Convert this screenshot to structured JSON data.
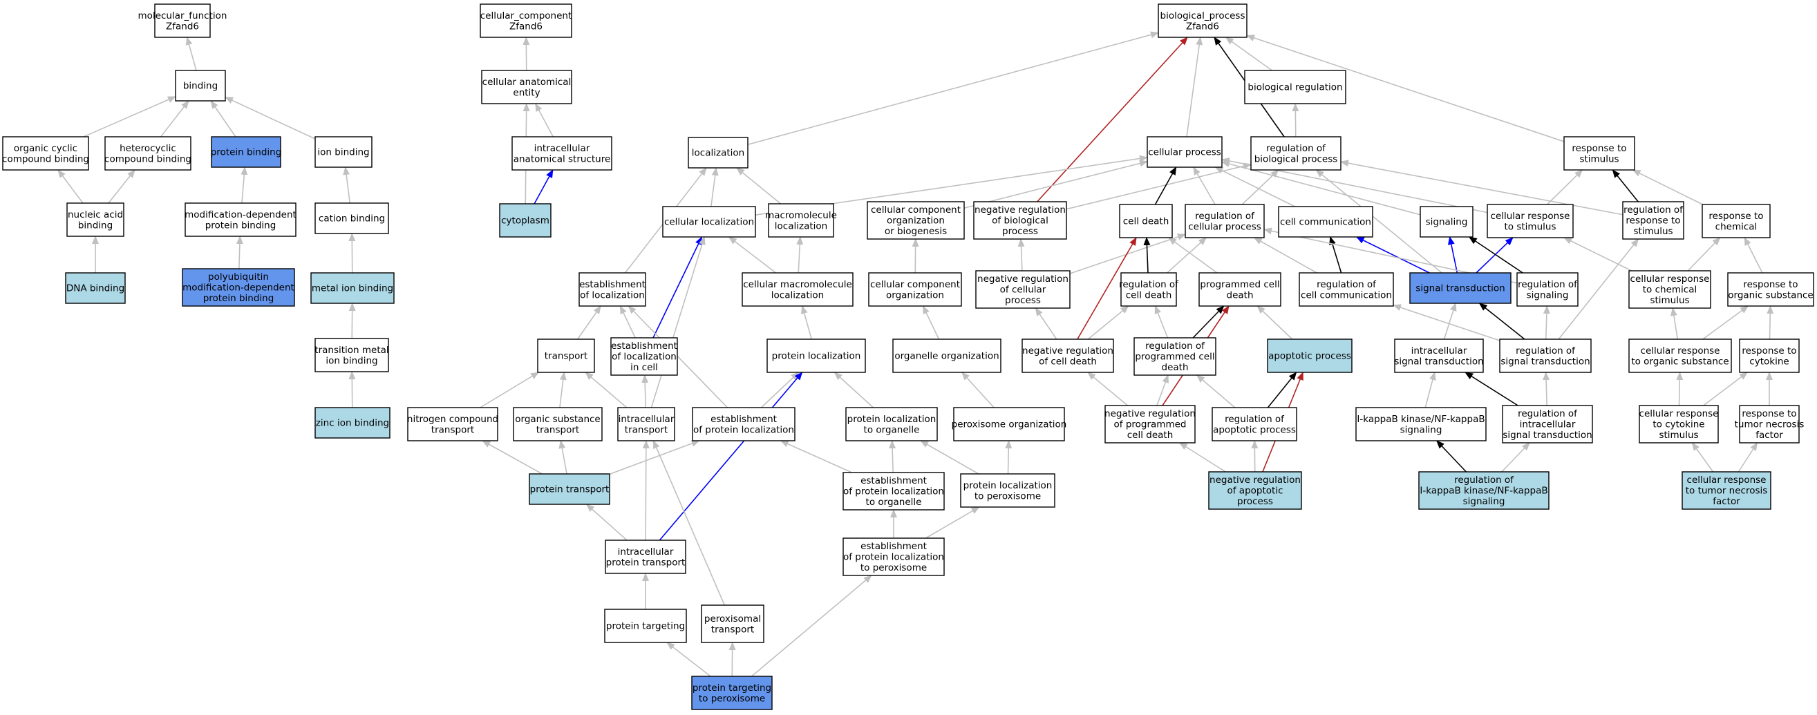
{
  "colors": {
    "plain": "#ffffff",
    "light": "#add8e6",
    "dark": "#6495ed",
    "edge_gray": "#c0c0c0",
    "edge_black": "#000000",
    "edge_blue": "#0000ff",
    "edge_red": "#b22222"
  },
  "nodes": [
    {
      "id": "mf",
      "lines": [
        "molecular_function",
        "Zfand6"
      ],
      "color": "plain"
    },
    {
      "id": "binding",
      "lines": [
        "binding"
      ],
      "color": "plain"
    },
    {
      "id": "ocb",
      "lines": [
        "organic cyclic",
        "compound binding"
      ],
      "color": "plain"
    },
    {
      "id": "hcb",
      "lines": [
        "heterocyclic",
        "compound binding"
      ],
      "color": "plain"
    },
    {
      "id": "pb",
      "lines": [
        "protein binding"
      ],
      "color": "dark"
    },
    {
      "id": "ionb",
      "lines": [
        "ion binding"
      ],
      "color": "plain"
    },
    {
      "id": "nab",
      "lines": [
        "nucleic acid",
        "binding"
      ],
      "color": "plain"
    },
    {
      "id": "mdpb",
      "lines": [
        "modification-dependent",
        "protein binding"
      ],
      "color": "plain"
    },
    {
      "id": "catb",
      "lines": [
        "cation binding"
      ],
      "color": "plain"
    },
    {
      "id": "dnab",
      "lines": [
        "DNA binding"
      ],
      "color": "light"
    },
    {
      "id": "polyub",
      "lines": [
        "polyubiquitin",
        "modification-dependent",
        "protein binding"
      ],
      "color": "dark"
    },
    {
      "id": "metb",
      "lines": [
        "metal ion binding"
      ],
      "color": "light"
    },
    {
      "id": "tmib",
      "lines": [
        "transition metal",
        "ion binding"
      ],
      "color": "plain"
    },
    {
      "id": "znb",
      "lines": [
        "zinc ion binding"
      ],
      "color": "light"
    },
    {
      "id": "cc",
      "lines": [
        "cellular_component",
        "Zfand6"
      ],
      "color": "plain"
    },
    {
      "id": "cae",
      "lines": [
        "cellular anatomical",
        "entity"
      ],
      "color": "plain"
    },
    {
      "id": "ias",
      "lines": [
        "intracellular",
        "anatomical structure"
      ],
      "color": "plain"
    },
    {
      "id": "cyto",
      "lines": [
        "cytoplasm"
      ],
      "color": "light"
    },
    {
      "id": "bp",
      "lines": [
        "biological_process",
        "Zfand6"
      ],
      "color": "plain"
    },
    {
      "id": "bioreg",
      "lines": [
        "biological regulation"
      ],
      "color": "plain"
    },
    {
      "id": "loc",
      "lines": [
        "localization"
      ],
      "color": "plain"
    },
    {
      "id": "cellproc",
      "lines": [
        "cellular process"
      ],
      "color": "plain"
    },
    {
      "id": "regbp",
      "lines": [
        "regulation of",
        "biological process"
      ],
      "color": "plain"
    },
    {
      "id": "rts",
      "lines": [
        "response to",
        "stimulus"
      ],
      "color": "plain"
    },
    {
      "id": "cellloc",
      "lines": [
        "cellular localization"
      ],
      "color": "plain"
    },
    {
      "id": "macloc",
      "lines": [
        "macromolecule",
        "localization"
      ],
      "color": "plain"
    },
    {
      "id": "ccob",
      "lines": [
        "cellular component",
        "organization",
        "or biogenesis"
      ],
      "color": "plain"
    },
    {
      "id": "negregbp",
      "lines": [
        "negative regulation",
        "of biological",
        "process"
      ],
      "color": "plain"
    },
    {
      "id": "celldeath",
      "lines": [
        "cell death"
      ],
      "color": "plain"
    },
    {
      "id": "regcp",
      "lines": [
        "regulation of",
        "cellular process"
      ],
      "color": "plain"
    },
    {
      "id": "cellcomm",
      "lines": [
        "cell communication"
      ],
      "color": "plain"
    },
    {
      "id": "signaling",
      "lines": [
        "signaling"
      ],
      "color": "plain"
    },
    {
      "id": "crts",
      "lines": [
        "cellular response",
        "to stimulus"
      ],
      "color": "plain"
    },
    {
      "id": "regrts",
      "lines": [
        "regulation of",
        "response to",
        "stimulus"
      ],
      "color": "plain"
    },
    {
      "id": "rtc",
      "lines": [
        "response to",
        "chemical"
      ],
      "color": "plain"
    },
    {
      "id": "estloc",
      "lines": [
        "establishment",
        "of localization"
      ],
      "color": "plain"
    },
    {
      "id": "cml",
      "lines": [
        "cellular macromolecule",
        "localization"
      ],
      "color": "plain"
    },
    {
      "id": "cco",
      "lines": [
        "cellular component",
        "organization"
      ],
      "color": "plain"
    },
    {
      "id": "negregcp",
      "lines": [
        "negative regulation",
        "of cellular",
        "process"
      ],
      "color": "plain"
    },
    {
      "id": "regcd",
      "lines": [
        "regulation of",
        "cell death"
      ],
      "color": "plain"
    },
    {
      "id": "pcd",
      "lines": [
        "programmed cell",
        "death"
      ],
      "color": "plain"
    },
    {
      "id": "regcc",
      "lines": [
        "regulation of",
        "cell communication"
      ],
      "color": "plain"
    },
    {
      "id": "st",
      "lines": [
        "signal transduction"
      ],
      "color": "dark"
    },
    {
      "id": "regsig",
      "lines": [
        "regulation of",
        "signaling"
      ],
      "color": "plain"
    },
    {
      "id": "crcs",
      "lines": [
        "cellular response",
        "to chemical",
        "stimulus"
      ],
      "color": "plain"
    },
    {
      "id": "rtos",
      "lines": [
        "response to",
        "organic substance"
      ],
      "color": "plain"
    },
    {
      "id": "transport",
      "lines": [
        "transport"
      ],
      "color": "plain"
    },
    {
      "id": "estlocc",
      "lines": [
        "establishment",
        "of localization",
        "in cell"
      ],
      "color": "plain"
    },
    {
      "id": "protloc",
      "lines": [
        "protein localization"
      ],
      "color": "plain"
    },
    {
      "id": "orgorg",
      "lines": [
        "organelle organization"
      ],
      "color": "plain"
    },
    {
      "id": "negregcd",
      "lines": [
        "negative regulation",
        "of cell death"
      ],
      "color": "plain"
    },
    {
      "id": "regpcd",
      "lines": [
        "regulation of",
        "programmed cell",
        "death"
      ],
      "color": "plain"
    },
    {
      "id": "apop",
      "lines": [
        "apoptotic process"
      ],
      "color": "light"
    },
    {
      "id": "ist",
      "lines": [
        "intracellular",
        "signal transduction"
      ],
      "color": "plain"
    },
    {
      "id": "regst",
      "lines": [
        "regulation of",
        "signal transduction"
      ],
      "color": "plain"
    },
    {
      "id": "crtos",
      "lines": [
        "cellular response",
        "to organic substance"
      ],
      "color": "plain"
    },
    {
      "id": "rtcyt",
      "lines": [
        "response to",
        "cytokine"
      ],
      "color": "plain"
    },
    {
      "id": "nct",
      "lines": [
        "nitrogen compound",
        "transport"
      ],
      "color": "plain"
    },
    {
      "id": "ost",
      "lines": [
        "organic substance",
        "transport"
      ],
      "color": "plain"
    },
    {
      "id": "intra",
      "lines": [
        "intracellular",
        "transport"
      ],
      "color": "plain"
    },
    {
      "id": "estpl",
      "lines": [
        "establishment",
        "of protein localization"
      ],
      "color": "plain"
    },
    {
      "id": "pltoorg",
      "lines": [
        "protein localization",
        "to organelle"
      ],
      "color": "plain"
    },
    {
      "id": "perorg",
      "lines": [
        "peroxisome organization"
      ],
      "color": "plain"
    },
    {
      "id": "negregpcd",
      "lines": [
        "negative regulation",
        "of programmed",
        "cell death"
      ],
      "color": "plain"
    },
    {
      "id": "regap",
      "lines": [
        "regulation of",
        "apoptotic process"
      ],
      "color": "plain"
    },
    {
      "id": "ikb",
      "lines": [
        "I-kappaB kinase/NF-kappaB",
        "signaling"
      ],
      "color": "plain"
    },
    {
      "id": "regist",
      "lines": [
        "regulation of",
        "intracellular",
        "signal transduction"
      ],
      "color": "plain"
    },
    {
      "id": "crtcs",
      "lines": [
        "cellular response",
        "to cytokine",
        "stimulus"
      ],
      "color": "plain"
    },
    {
      "id": "rttnf",
      "lines": [
        "response to",
        "tumor necrosis",
        "factor"
      ],
      "color": "plain"
    },
    {
      "id": "pt",
      "lines": [
        "protein transport"
      ],
      "color": "light"
    },
    {
      "id": "estpltoorg",
      "lines": [
        "establishment",
        "of protein localization",
        "to organelle"
      ],
      "color": "plain"
    },
    {
      "id": "pltoper",
      "lines": [
        "protein localization",
        "to peroxisome"
      ],
      "color": "plain"
    },
    {
      "id": "negregap",
      "lines": [
        "negative regulation",
        "of apoptotic",
        "process"
      ],
      "color": "light"
    },
    {
      "id": "regikb",
      "lines": [
        "regulation of",
        "I-kappaB kinase/NF-kappaB",
        "signaling"
      ],
      "color": "light"
    },
    {
      "id": "crttnf",
      "lines": [
        "cellular response",
        "to tumor necrosis",
        "factor"
      ],
      "color": "light"
    },
    {
      "id": "ipt",
      "lines": [
        "intracellular",
        "protein transport"
      ],
      "color": "plain"
    },
    {
      "id": "estpltoper",
      "lines": [
        "establishment",
        "of protein localization",
        "to peroxisome"
      ],
      "color": "plain"
    },
    {
      "id": "ptarg",
      "lines": [
        "protein targeting"
      ],
      "color": "plain"
    },
    {
      "id": "pertrans",
      "lines": [
        "peroxisomal",
        "transport"
      ],
      "color": "plain"
    },
    {
      "id": "ptargper",
      "lines": [
        "protein targeting",
        "to peroxisome"
      ],
      "color": "dark"
    }
  ],
  "edges": [
    [
      "binding",
      "mf",
      "gray"
    ],
    [
      "ocb",
      "binding",
      "gray"
    ],
    [
      "hcb",
      "binding",
      "gray"
    ],
    [
      "pb",
      "binding",
      "gray"
    ],
    [
      "ionb",
      "binding",
      "gray"
    ],
    [
      "nab",
      "ocb",
      "gray"
    ],
    [
      "nab",
      "hcb",
      "gray"
    ],
    [
      "mdpb",
      "pb",
      "gray"
    ],
    [
      "catb",
      "ionb",
      "gray"
    ],
    [
      "dnab",
      "nab",
      "gray"
    ],
    [
      "polyub",
      "mdpb",
      "gray"
    ],
    [
      "metb",
      "catb",
      "gray"
    ],
    [
      "tmib",
      "metb",
      "gray"
    ],
    [
      "znb",
      "tmib",
      "gray"
    ],
    [
      "cae",
      "cc",
      "gray"
    ],
    [
      "ias",
      "cae",
      "gray"
    ],
    [
      "cyto",
      "cae",
      "gray"
    ],
    [
      "cyto",
      "ias",
      "blue"
    ],
    [
      "bioreg",
      "bp",
      "gray"
    ],
    [
      "loc",
      "bp",
      "gray"
    ],
    [
      "cellproc",
      "bp",
      "gray"
    ],
    [
      "regbp",
      "bp",
      "black"
    ],
    [
      "regbp",
      "bioreg",
      "gray"
    ],
    [
      "rts",
      "bp",
      "gray"
    ],
    [
      "negregbp",
      "bp",
      "red"
    ],
    [
      "cellloc",
      "loc",
      "gray"
    ],
    [
      "cellloc",
      "cellproc",
      "gray"
    ],
    [
      "macloc",
      "loc",
      "gray"
    ],
    [
      "ccob",
      "cellproc",
      "gray"
    ],
    [
      "negregbp",
      "regbp",
      "gray"
    ],
    [
      "celldeath",
      "cellproc",
      "black"
    ],
    [
      "regcp",
      "cellproc",
      "gray"
    ],
    [
      "regcp",
      "regbp",
      "gray"
    ],
    [
      "cellcomm",
      "cellproc",
      "gray"
    ],
    [
      "signaling",
      "cellproc",
      "gray"
    ],
    [
      "crts",
      "cellproc",
      "gray"
    ],
    [
      "crts",
      "rts",
      "gray"
    ],
    [
      "regrts",
      "rts",
      "black"
    ],
    [
      "regrts",
      "regbp",
      "gray"
    ],
    [
      "rtc",
      "rts",
      "gray"
    ],
    [
      "estloc",
      "loc",
      "gray"
    ],
    [
      "cml",
      "cellloc",
      "gray"
    ],
    [
      "cml",
      "macloc",
      "gray"
    ],
    [
      "cco",
      "ccob",
      "gray"
    ],
    [
      "negregcp",
      "regcp",
      "gray"
    ],
    [
      "negregcp",
      "negregbp",
      "gray"
    ],
    [
      "regcd",
      "celldeath",
      "black"
    ],
    [
      "regcd",
      "regcp",
      "gray"
    ],
    [
      "pcd",
      "celldeath",
      "gray"
    ],
    [
      "regcc",
      "cellcomm",
      "black"
    ],
    [
      "regcc",
      "regcp",
      "gray"
    ],
    [
      "st",
      "cellcomm",
      "blue"
    ],
    [
      "st",
      "signaling",
      "blue"
    ],
    [
      "st",
      "crts",
      "blue"
    ],
    [
      "st",
      "regbp",
      "gray"
    ],
    [
      "regsig",
      "signaling",
      "black"
    ],
    [
      "regsig",
      "regcp",
      "gray"
    ],
    [
      "crcs",
      "crts",
      "gray"
    ],
    [
      "crcs",
      "rtc",
      "gray"
    ],
    [
      "rtos",
      "rtc",
      "gray"
    ],
    [
      "transport",
      "estloc",
      "gray"
    ],
    [
      "estlocc",
      "estloc",
      "gray"
    ],
    [
      "estlocc",
      "cellloc",
      "blue"
    ],
    [
      "protloc",
      "cml",
      "gray"
    ],
    [
      "orgorg",
      "cco",
      "gray"
    ],
    [
      "negregcd",
      "regcd",
      "gray"
    ],
    [
      "negregcd",
      "negregcp",
      "gray"
    ],
    [
      "negregcd",
      "celldeath",
      "red"
    ],
    [
      "regpcd",
      "regcd",
      "gray"
    ],
    [
      "regpcd",
      "pcd",
      "black"
    ],
    [
      "apop",
      "pcd",
      "gray"
    ],
    [
      "ist",
      "st",
      "gray"
    ],
    [
      "regst",
      "st",
      "black"
    ],
    [
      "regst",
      "regcc",
      "gray"
    ],
    [
      "regst",
      "regsig",
      "gray"
    ],
    [
      "regst",
      "regrts",
      "gray"
    ],
    [
      "crtos",
      "crcs",
      "gray"
    ],
    [
      "crtos",
      "rtos",
      "gray"
    ],
    [
      "rtcyt",
      "rtos",
      "gray"
    ],
    [
      "nct",
      "transport",
      "gray"
    ],
    [
      "ost",
      "transport",
      "gray"
    ],
    [
      "intra",
      "transport",
      "gray"
    ],
    [
      "intra",
      "estlocc",
      "gray"
    ],
    [
      "intra",
      "cellloc",
      "gray"
    ],
    [
      "estpl",
      "estloc",
      "gray"
    ],
    [
      "estpl",
      "protloc",
      "gray"
    ],
    [
      "pltoorg",
      "protloc",
      "gray"
    ],
    [
      "perorg",
      "orgorg",
      "gray"
    ],
    [
      "negregpcd",
      "regpcd",
      "gray"
    ],
    [
      "negregpcd",
      "negregcd",
      "gray"
    ],
    [
      "negregpcd",
      "pcd",
      "red"
    ],
    [
      "regap",
      "regpcd",
      "gray"
    ],
    [
      "regap",
      "apop",
      "black"
    ],
    [
      "ikb",
      "ist",
      "gray"
    ],
    [
      "regist",
      "ist",
      "black"
    ],
    [
      "regist",
      "regst",
      "gray"
    ],
    [
      "crtcs",
      "crtos",
      "gray"
    ],
    [
      "crtcs",
      "rtcyt",
      "gray"
    ],
    [
      "rttnf",
      "rtcyt",
      "gray"
    ],
    [
      "pt",
      "nct",
      "gray"
    ],
    [
      "pt",
      "ost",
      "gray"
    ],
    [
      "pt",
      "estpl",
      "gray"
    ],
    [
      "estpltoorg",
      "estpl",
      "gray"
    ],
    [
      "estpltoorg",
      "pltoorg",
      "gray"
    ],
    [
      "pltoper",
      "pltoorg",
      "gray"
    ],
    [
      "pltoper",
      "perorg",
      "gray"
    ],
    [
      "negregap",
      "regap",
      "gray"
    ],
    [
      "negregap",
      "negregpcd",
      "gray"
    ],
    [
      "negregap",
      "apop",
      "red"
    ],
    [
      "regikb",
      "ikb",
      "black"
    ],
    [
      "regikb",
      "regist",
      "gray"
    ],
    [
      "crttnf",
      "crtcs",
      "gray"
    ],
    [
      "crttnf",
      "rttnf",
      "gray"
    ],
    [
      "ipt",
      "pt",
      "gray"
    ],
    [
      "ipt",
      "intra",
      "gray"
    ],
    [
      "ipt",
      "protloc",
      "blue"
    ],
    [
      "estpltoper",
      "estpltoorg",
      "gray"
    ],
    [
      "estpltoper",
      "pltoper",
      "gray"
    ],
    [
      "ptarg",
      "ipt",
      "gray"
    ],
    [
      "pertrans",
      "intra",
      "gray"
    ],
    [
      "ptargper",
      "ptarg",
      "gray"
    ],
    [
      "ptargper",
      "pertrans",
      "gray"
    ],
    [
      "ptargper",
      "estpltoper",
      "gray"
    ]
  ]
}
